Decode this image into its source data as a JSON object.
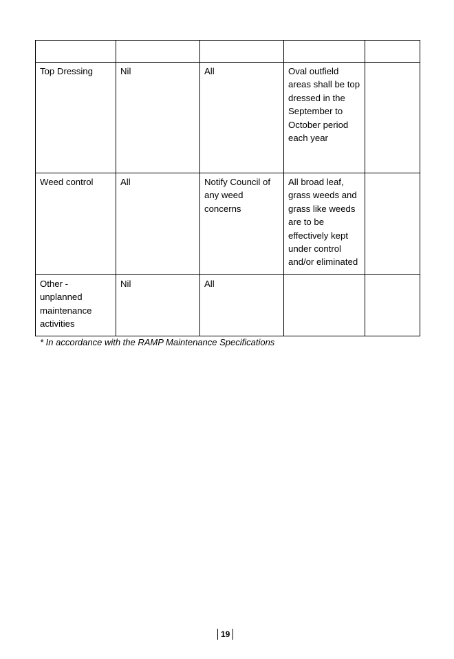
{
  "table": {
    "header_row": [
      "",
      "",
      "",
      "",
      ""
    ],
    "rows": [
      {
        "activity": "Top Dressing",
        "col2": "Nil",
        "col3": "All",
        "col4": "Oval outfield areas shall be top dressed in the September to October period each year",
        "col5": ""
      },
      {
        "activity": "Weed control",
        "col2": "All",
        "col3": "Notify Council of any weed concerns",
        "col4": "All broad leaf, grass weeds and grass like weeds are to be effectively kept under control and/or eliminated",
        "col5": ""
      },
      {
        "activity": "Other - unplanned maintenance activities",
        "col2": "Nil",
        "col3": "All",
        "col4": "",
        "col5": ""
      }
    ]
  },
  "footnote": "* In accordance with the RAMP Maintenance Specifications",
  "page_number": "19"
}
